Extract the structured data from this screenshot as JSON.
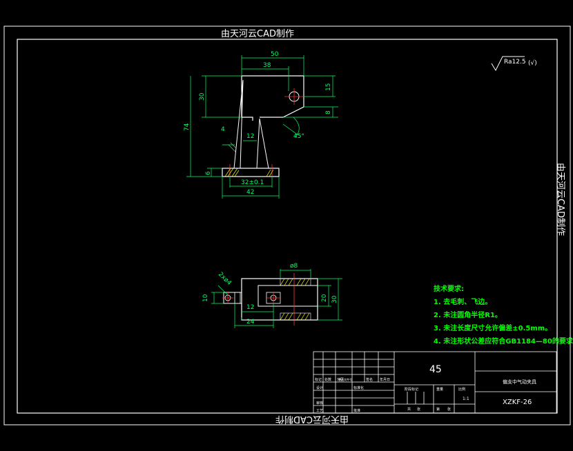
{
  "watermark": "由天河云CAD制作",
  "roughness": {
    "symbol_text": "Ra12.5",
    "paren_text": "(√)"
  },
  "front_view": {
    "dims": [
      "50",
      "38",
      "30",
      "15",
      "8",
      "74",
      "4",
      "12",
      "45°",
      "6",
      "32±0.1",
      "42"
    ]
  },
  "bottom_view": {
    "dims": [
      "ø8",
      "2xø4",
      "10",
      "12",
      "24",
      "20",
      "30"
    ]
  },
  "tech_notes": {
    "heading": "技术要求:",
    "items": [
      "1. 去毛刺、飞边。",
      "2. 未注圆角半径R1。",
      "3. 未注长度尺寸允许偏差±0.5mm。",
      "4. 未注形状公差应符合GB1184—80的要求。"
    ]
  },
  "title_block": {
    "material": "45",
    "part_name": "偏支中气动夹具",
    "drawing_no": "XZKF-26",
    "scale": "1:1",
    "labels": [
      "标记",
      "处数",
      "分区",
      "更改文件号",
      "签名",
      "年月日",
      "设计",
      "标准化",
      "阶段标记",
      "重量",
      "比例",
      "审核",
      "工艺",
      "批准",
      "共",
      "张",
      "第",
      "张"
    ]
  },
  "colors": {
    "background": "#000000",
    "frame": "#ffffff",
    "dimension": "#00ff66",
    "centerline": "#ff3333",
    "hatch": "#ffff00",
    "notes": "#00ff00"
  }
}
